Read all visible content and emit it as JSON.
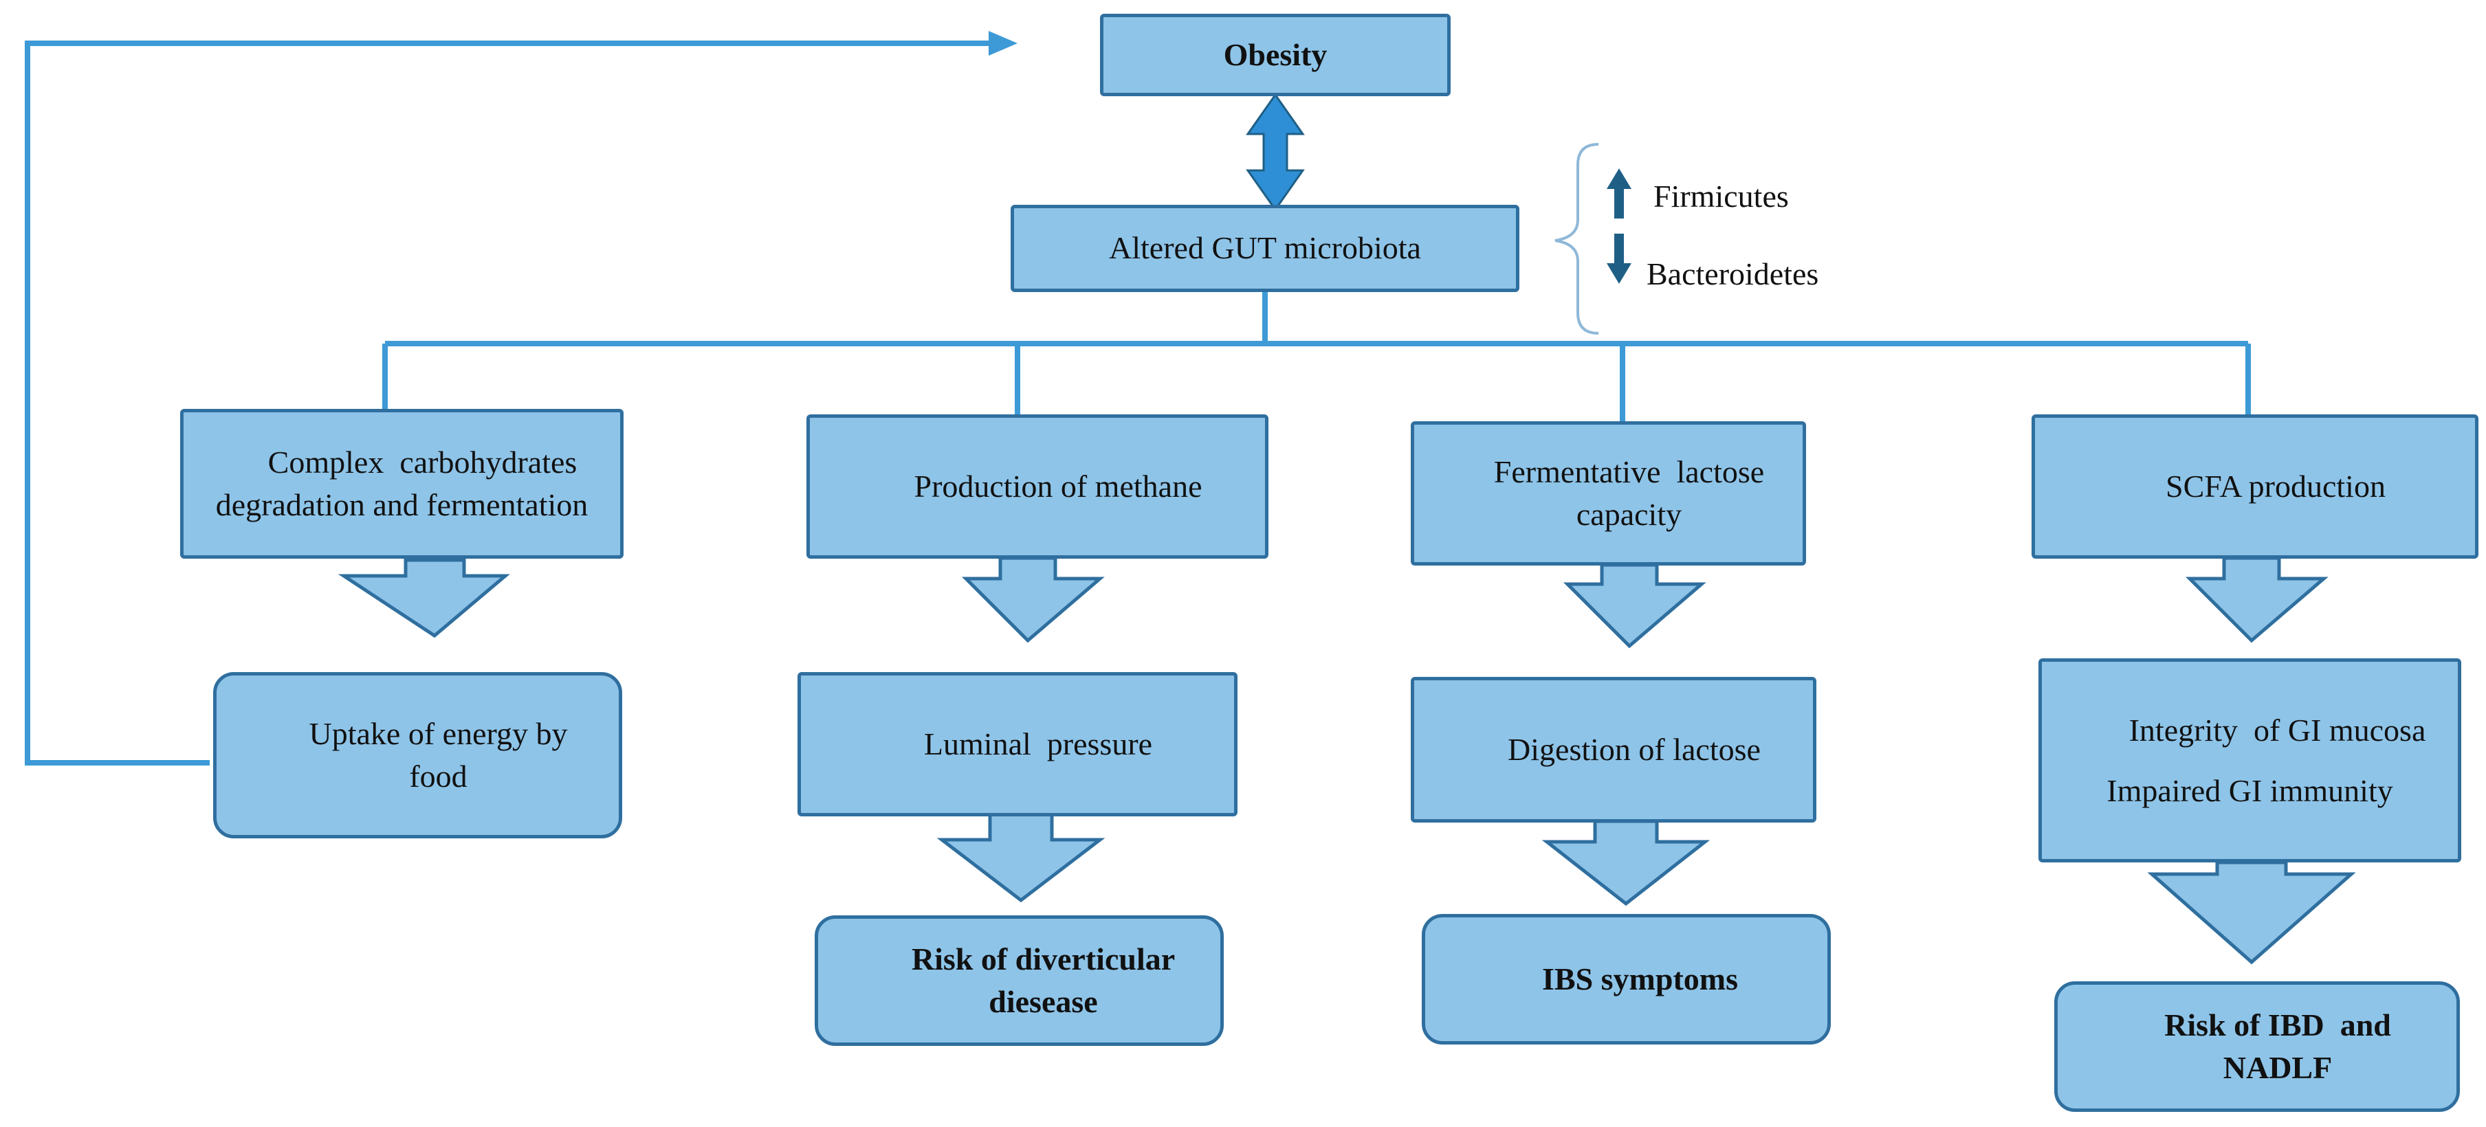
{
  "obesity": "Obesity",
  "altered": "Altered GUT microbiota",
  "phyla": {
    "firmicutes": "Firmicutes",
    "bacteroidetes": "Bacteroidetes"
  },
  "col1": {
    "top_line1": "Complex  carbohydrates",
    "top_line2": "degradation and fermentation",
    "bottom_line1": "Uptake of energy by",
    "bottom_line2": "food"
  },
  "col2": {
    "top": "Production of methane",
    "mid": "Luminal  pressure",
    "bottom_line1": "Risk of diverticular",
    "bottom_line2": "diesease"
  },
  "col3": {
    "top_line1": "Fermentative  lactose",
    "top_line2": "capacity",
    "mid": "Digestion of lactose",
    "bottom": "IBS symptoms"
  },
  "col4": {
    "top": "SCFA production",
    "mid_line1": "Integrity  of GI mucosa",
    "mid_line2": "Impaired GI immunity",
    "bottom_line1": "Risk of IBD  and",
    "bottom_line2": "NADLF"
  },
  "colors": {
    "box_fill": "#8ec4e8",
    "box_border": "#2f6f9f",
    "connector": "#3d9ad6",
    "indicator": "#1f5f86",
    "double_arrow": "#2f8fd6"
  },
  "icons": [
    "up-arrow-icon",
    "down-arrow-icon",
    "double-headed-arrow-icon",
    "block-down-arrow-icon",
    "curly-brace-icon"
  ]
}
